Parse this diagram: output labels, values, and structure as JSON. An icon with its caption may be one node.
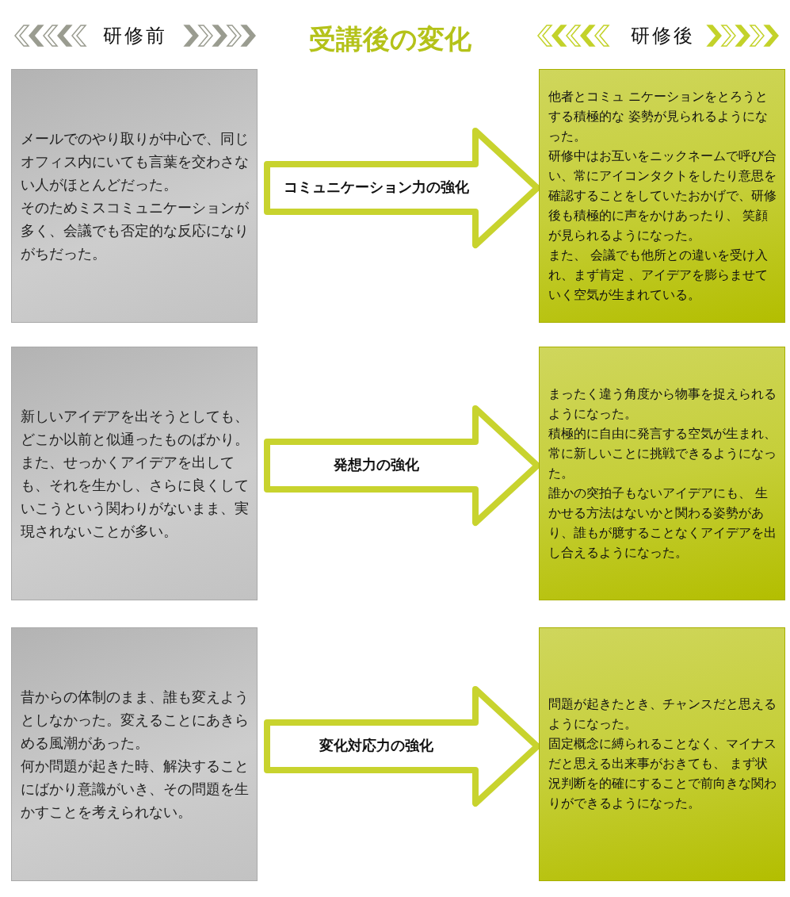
{
  "diagram": {
    "title": "受講後の変化",
    "nodes": [
      {
        "text": [
          "メールでのやり取りが中心で、同じオフィス内にいても言葉を交わさない人がほとんどだった。",
          "そのためミスコミュニケーションが多く、会議でも否定的な反応になりがちだった。"
        ]
      },
      {
        "text": [
          "他者とコミュ ニケーションをとろうとする積極的な 姿勢が見られるようになった。",
          "研修中はお互いをニックネームで呼び合い、常にアイコンタクトをしたり意思を確認することをしていたおかげで、研修後も積極的に声をかけあったり、 笑顔が見られるようになった。",
          "また、 会議でも他所との違いを受け入れ、まず肯定 、アイデアを膨らませていく空気が生まれている。"
        ]
      },
      {
        "text": [
          "新しいアイデアを出そうとしても、どこか以前と似通ったものばかり。",
          "また、せっかくアイデアを出しても、それを生かし、さらに良くしていこうという関わりがないまま、実現されないことが多い。"
        ]
      },
      {
        "text": [
          "まったく違う角度から物事を捉えられるようになった。",
          "積極的に自由に発言する空気が生まれ、常に新しいことに挑戦できるようになった。",
          "誰かの突拍子もないアイデアにも、 生かせる方法はないかと関わる姿勢があり、誰もが臆することなくアイデアを出し合えるようになった。"
        ]
      },
      {
        "text": [
          "昔からの体制のまま、誰も変えようとしなかった。変えることにあきらめる風潮があった。",
          "何か問題が起きた時、解決することにばかり意識がいき、その問題を生かすことを考えられない。"
        ]
      },
      {
        "text": [
          "問題が起きたとき、チャンスだと思えるようになった。",
          "固定概念に縛られることなく、マイナスだと思える出来事がおきても、 まず状況判断を的確にすることで前向きな関わりができるようになった。"
        ]
      }
    ],
    "edges": [
      {
        "from": 0,
        "to": 1,
        "arrow": "to",
        "label": "コミュニケーション力の強化"
      },
      {
        "from": 2,
        "to": 3,
        "arrow": "to",
        "label": "発想力の強化"
      },
      {
        "from": 4,
        "to": 5,
        "arrow": "to",
        "label": "変化対応力の強化"
      }
    ],
    "labels": [
      "研修前",
      "研修後"
    ]
  }
}
